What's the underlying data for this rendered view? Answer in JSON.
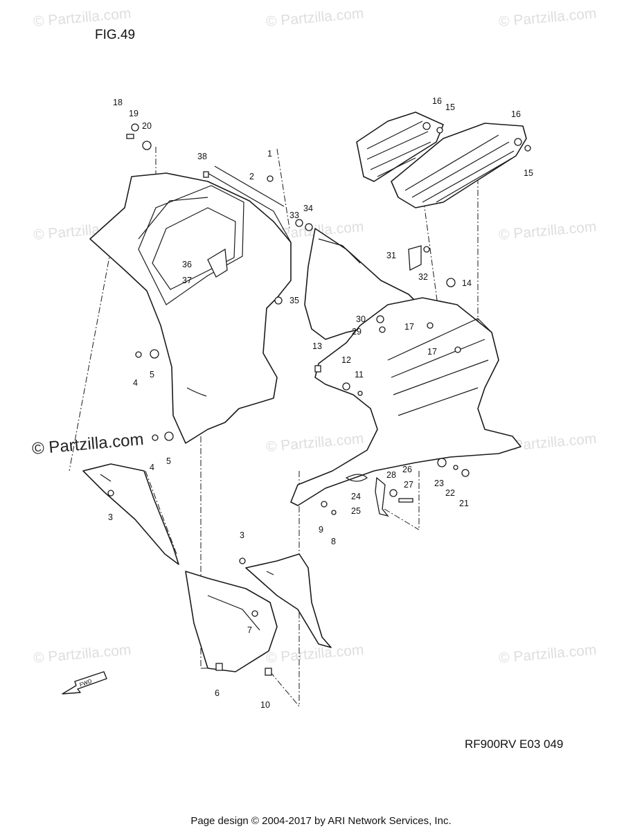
{
  "figure_title": "FIG.49",
  "diagram_code": "RF900RV E03  049",
  "page_credit": "Page design © 2004-2017 by ARI Network Services, Inc.",
  "watermark_text": "© Partzilla.com",
  "fwd_label": "FWD",
  "callouts": [
    "1",
    "2",
    "3",
    "3",
    "4",
    "4",
    "5",
    "5",
    "6",
    "7",
    "8",
    "9",
    "10",
    "11",
    "12",
    "13",
    "14",
    "15",
    "15",
    "16",
    "16",
    "17",
    "17",
    "18",
    "19",
    "20",
    "21",
    "22",
    "23",
    "24",
    "25",
    "26",
    "27",
    "28",
    "29",
    "30",
    "31",
    "32",
    "33",
    "34",
    "35",
    "36",
    "37",
    "38"
  ]
}
